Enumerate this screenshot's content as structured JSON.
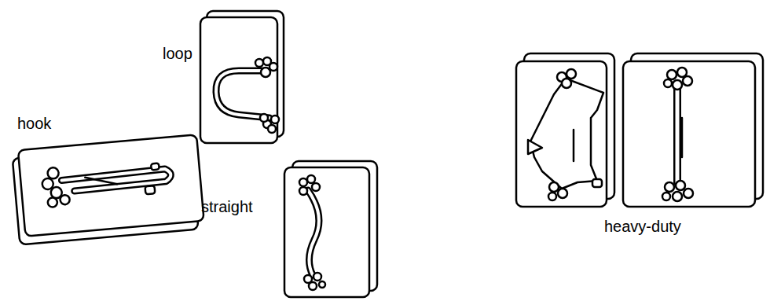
{
  "diagram": {
    "labels": [
      "loop",
      "hook",
      "straight",
      "heavy-duty"
    ]
  }
}
